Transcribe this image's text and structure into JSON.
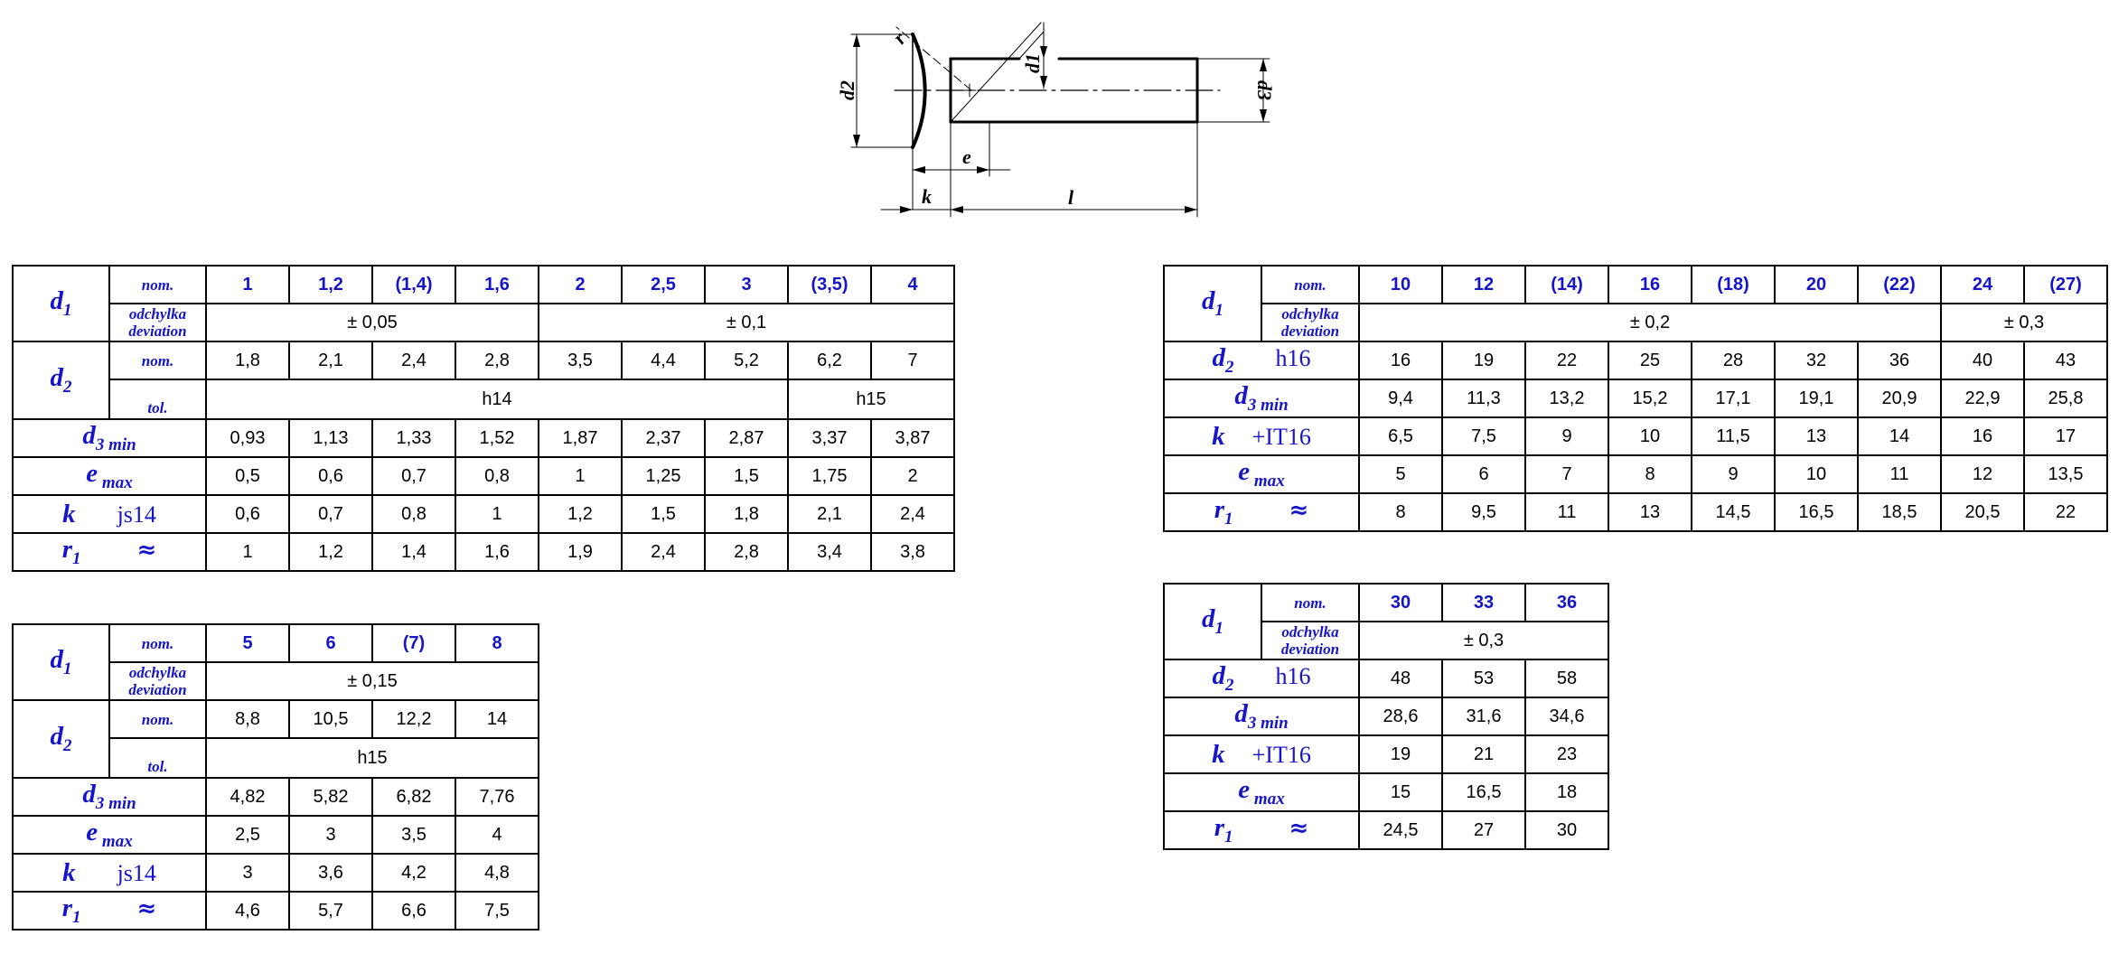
{
  "diagram": {
    "labels": {
      "d1": "d1",
      "d2": "d2",
      "d3": "d3",
      "r": "r",
      "e": "e",
      "k": "k",
      "l": "l"
    }
  },
  "rows": {
    "d1": "d",
    "d1_sub": "1",
    "nom": "nom.",
    "odchylka": "odchylka",
    "deviation": "deviation",
    "d2": "d",
    "d2_sub": "2",
    "tol": "tol.",
    "d3": "d",
    "d3_sub": "3 min",
    "e": "e",
    "e_sub": " max",
    "k": "k",
    "r1": "r",
    "r1_sub": "1",
    "approx": "≈",
    "js14": "js14",
    "h16": "h16",
    "it16": "+IT16"
  },
  "table1": {
    "nom": [
      "1",
      "1,2",
      "(1,4)",
      "1,6",
      "2",
      "2,5",
      "3",
      "(3,5)",
      "4"
    ],
    "dev_a": "± 0,05",
    "dev_b": "± 0,1",
    "d2_nom": [
      "1,8",
      "2,1",
      "2,4",
      "2,8",
      "3,5",
      "4,4",
      "5,2",
      "6,2",
      "7"
    ],
    "tol_a": "h14",
    "tol_b": "h15",
    "d3": [
      "0,93",
      "1,13",
      "1,33",
      "1,52",
      "1,87",
      "2,37",
      "2,87",
      "3,37",
      "3,87"
    ],
    "e": [
      "0,5",
      "0,6",
      "0,7",
      "0,8",
      "1",
      "1,25",
      "1,5",
      "1,75",
      "2"
    ],
    "k": [
      "0,6",
      "0,7",
      "0,8",
      "1",
      "1,2",
      "1,5",
      "1,8",
      "2,1",
      "2,4"
    ],
    "r": [
      "1",
      "1,2",
      "1,4",
      "1,6",
      "1,9",
      "2,4",
      "2,8",
      "3,4",
      "3,8"
    ]
  },
  "table2": {
    "nom": [
      "5",
      "6",
      "(7)",
      "8"
    ],
    "dev": "± 0,15",
    "d2_nom": [
      "8,8",
      "10,5",
      "12,2",
      "14"
    ],
    "tol": "h15",
    "d3": [
      "4,82",
      "5,82",
      "6,82",
      "7,76"
    ],
    "e": [
      "2,5",
      "3",
      "3,5",
      "4"
    ],
    "k": [
      "3",
      "3,6",
      "4,2",
      "4,8"
    ],
    "r": [
      "4,6",
      "5,7",
      "6,6",
      "7,5"
    ]
  },
  "table3": {
    "nom": [
      "10",
      "12",
      "(14)",
      "16",
      "(18)",
      "20",
      "(22)",
      "24",
      "(27)"
    ],
    "dev_a": "± 0,2",
    "dev_b": "± 0,3",
    "d2": [
      "16",
      "19",
      "22",
      "25",
      "28",
      "32",
      "36",
      "40",
      "43"
    ],
    "d3": [
      "9,4",
      "11,3",
      "13,2",
      "15,2",
      "17,1",
      "19,1",
      "20,9",
      "22,9",
      "25,8"
    ],
    "k": [
      "6,5",
      "7,5",
      "9",
      "10",
      "11,5",
      "13",
      "14",
      "16",
      "17"
    ],
    "e": [
      "5",
      "6",
      "7",
      "8",
      "9",
      "10",
      "11",
      "12",
      "13,5"
    ],
    "r": [
      "8",
      "9,5",
      "11",
      "13",
      "14,5",
      "16,5",
      "18,5",
      "20,5",
      "22"
    ]
  },
  "table4": {
    "nom": [
      "30",
      "33",
      "36"
    ],
    "dev": "± 0,3",
    "d2": [
      "48",
      "53",
      "58"
    ],
    "d3": [
      "28,6",
      "31,6",
      "34,6"
    ],
    "k": [
      "19",
      "21",
      "23"
    ],
    "e": [
      "15",
      "16,5",
      "18"
    ],
    "r": [
      "24,5",
      "27",
      "30"
    ]
  },
  "colors": {
    "accent_blue": "#1414cc",
    "line": "#000000"
  }
}
